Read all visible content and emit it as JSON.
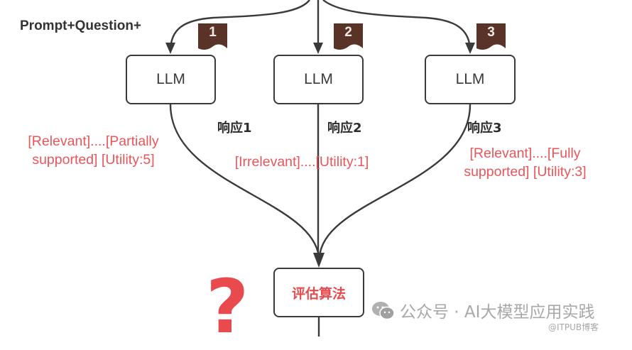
{
  "diagram": {
    "input_label": "Prompt+Question+",
    "llm_nodes": [
      {
        "label": "LLM",
        "badge": "1",
        "response": "响应1",
        "annotation_line1": "[Relevant]....[Partially",
        "annotation_line2": "supported] [Utility:5]"
      },
      {
        "label": "LLM",
        "badge": "2",
        "response": "响应2",
        "annotation_line1": "[Irrelevant]....[Utility:1]",
        "annotation_line2": ""
      },
      {
        "label": "LLM",
        "badge": "3",
        "response": "响应3",
        "annotation_line1": "[Relevant]....[Fully",
        "annotation_line2": "supported] [Utility:3]"
      }
    ],
    "eval_node": {
      "label": "评估算法"
    },
    "question_mark": "?",
    "colors": {
      "line": "#3a3a3a",
      "badge": "#5a3328",
      "annotation": "#e9565a",
      "eval_text": "#e84a4e"
    }
  },
  "watermark": {
    "icon": "wechat-icon",
    "text": "公众号 · AI大模型应用实践",
    "source": "@ITPUB博客"
  }
}
